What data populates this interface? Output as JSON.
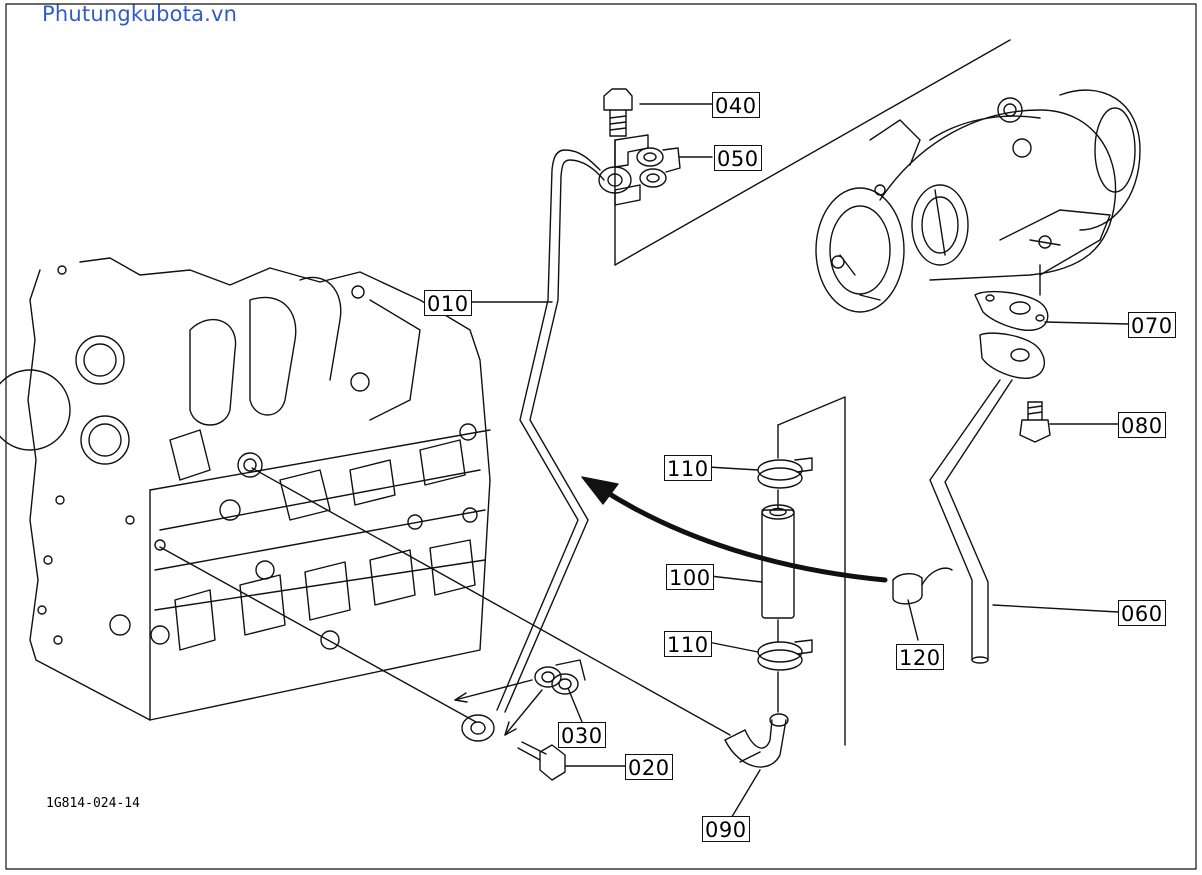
{
  "watermark": "Phutungkubota.vn",
  "drawing_code": "1G814-024-14",
  "parts": [
    {
      "id": "010"
    },
    {
      "id": "020"
    },
    {
      "id": "030"
    },
    {
      "id": "040"
    },
    {
      "id": "050"
    },
    {
      "id": "060"
    },
    {
      "id": "070"
    },
    {
      "id": "080"
    },
    {
      "id": "090"
    },
    {
      "id": "100"
    },
    {
      "id": "110"
    },
    {
      "id": "110b",
      "label": "110"
    },
    {
      "id": "120"
    }
  ],
  "labels": {
    "p010": "010",
    "p020": "020",
    "p030": "030",
    "p040": "040",
    "p050": "050",
    "p060": "060",
    "p070": "070",
    "p080": "080",
    "p090": "090",
    "p100": "100",
    "p110a": "110",
    "p110b": "110",
    "p120": "120"
  },
  "colors": {
    "line": "#111111",
    "watermark": "#2f5cc7",
    "background": "#ffffff"
  }
}
